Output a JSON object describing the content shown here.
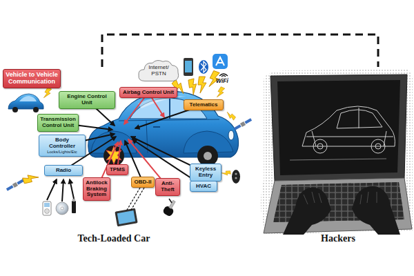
{
  "diagram": {
    "nodes": [
      {
        "text": [
          "Internet/ PSTN"
        ]
      },
      {
        "text": [
          "Vehicle to Vehicle Communication"
        ]
      },
      {
        "text": [
          "Airbag Control Unit"
        ]
      },
      {
        "text": [
          "Engine Control Unit"
        ]
      },
      {
        "text": [
          "Telematics"
        ]
      },
      {
        "text": [
          "Transmission Control Unit"
        ]
      },
      {
        "text": [
          "Body Controller",
          "Locks/Lights/Etc"
        ]
      },
      {
        "text": [
          "TPMS"
        ]
      },
      {
        "text": [
          "Radio"
        ]
      },
      {
        "text": [
          "Keyless Entry"
        ]
      },
      {
        "text": [
          "Antilock Braking System"
        ]
      },
      {
        "text": [
          "OBD-II"
        ]
      },
      {
        "text": [
          "Anti-Theft"
        ]
      },
      {
        "text": [
          "HVAC"
        ]
      }
    ],
    "labels": [
      "WiFi",
      "Tech-Loaded Car",
      "Hackers"
    ]
  }
}
